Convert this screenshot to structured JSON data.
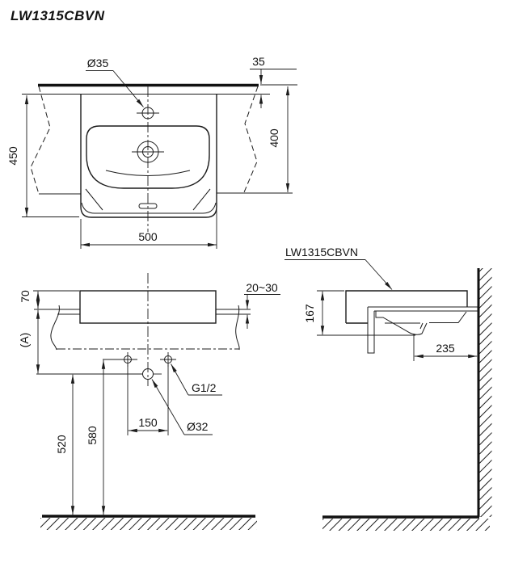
{
  "title": "LW1315CBVN",
  "colors": {
    "ink": "#1c1c1c",
    "background": "#ffffff"
  },
  "top_view": {
    "faucet_hole_dia": "Ø35",
    "rim_to_counter_edge": "35",
    "basin_depth": "450",
    "counter_depth": "400",
    "basin_width": "500"
  },
  "front_view": {
    "rim_above_counter": "70",
    "reference_height": "(A)",
    "counter_thickness": "20~30",
    "supply_thread": "G1/2",
    "drain_dia": "Ø32",
    "supply_pitch": "150",
    "drain_height": "520",
    "supply_height": "580"
  },
  "side_view": {
    "model_label": "LW1315CBVN",
    "basin_height": "167",
    "drain_to_wall": "235"
  }
}
